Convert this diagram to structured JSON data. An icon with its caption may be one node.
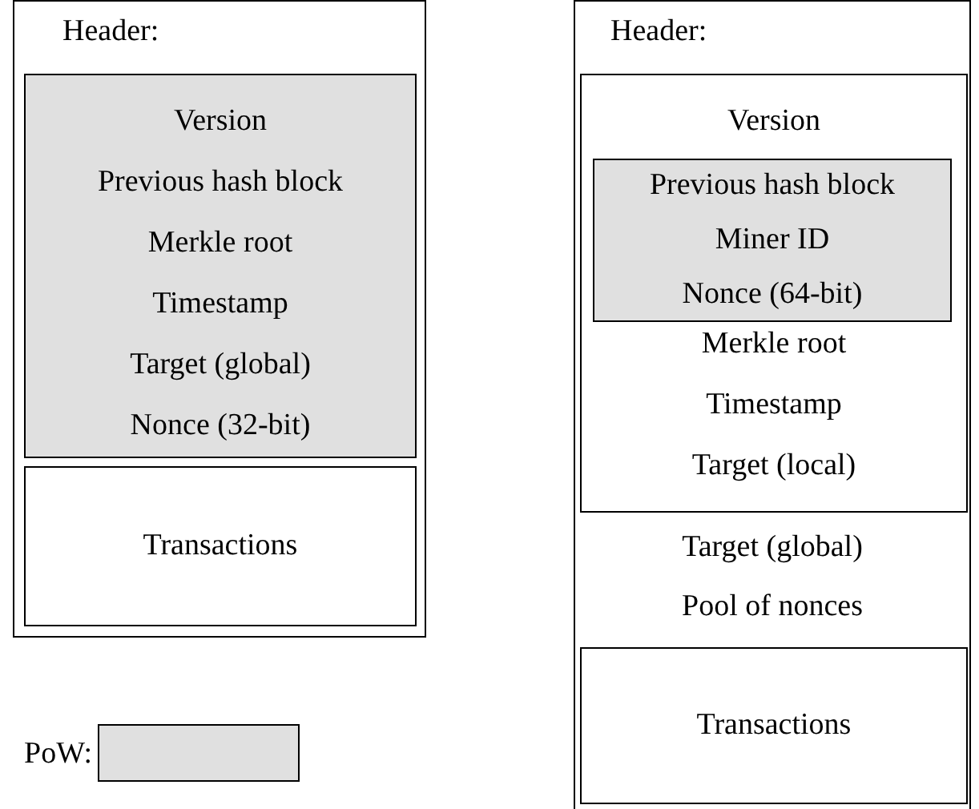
{
  "diagram": {
    "nodes": [
      {
        "text": [
          "Header:"
        ]
      },
      {
        "text": [
          "Version",
          "Previous hash block",
          "Merkle root",
          "Timestamp",
          "Target (global)",
          "Nonce (32-bit)"
        ],
        "in": 0
      },
      {
        "text": [
          "Transactions"
        ],
        "in": 0
      },
      {
        "text": [
          "Header:",
          "Target (global)",
          "Pool of nonces"
        ]
      },
      {
        "text": [
          "Version",
          "Merkle root",
          "Timestamp",
          "Target (local)"
        ],
        "in": 3
      },
      {
        "text": [
          "Previous hash block",
          "Miner ID",
          "Nonce (64-bit)"
        ],
        "in": 4
      },
      {
        "text": [
          "Transactions"
        ],
        "in": 3
      }
    ],
    "edges": [],
    "legend": [
      {
        "text": "PoW:",
        "color": "#e0e0e0"
      }
    ]
  }
}
